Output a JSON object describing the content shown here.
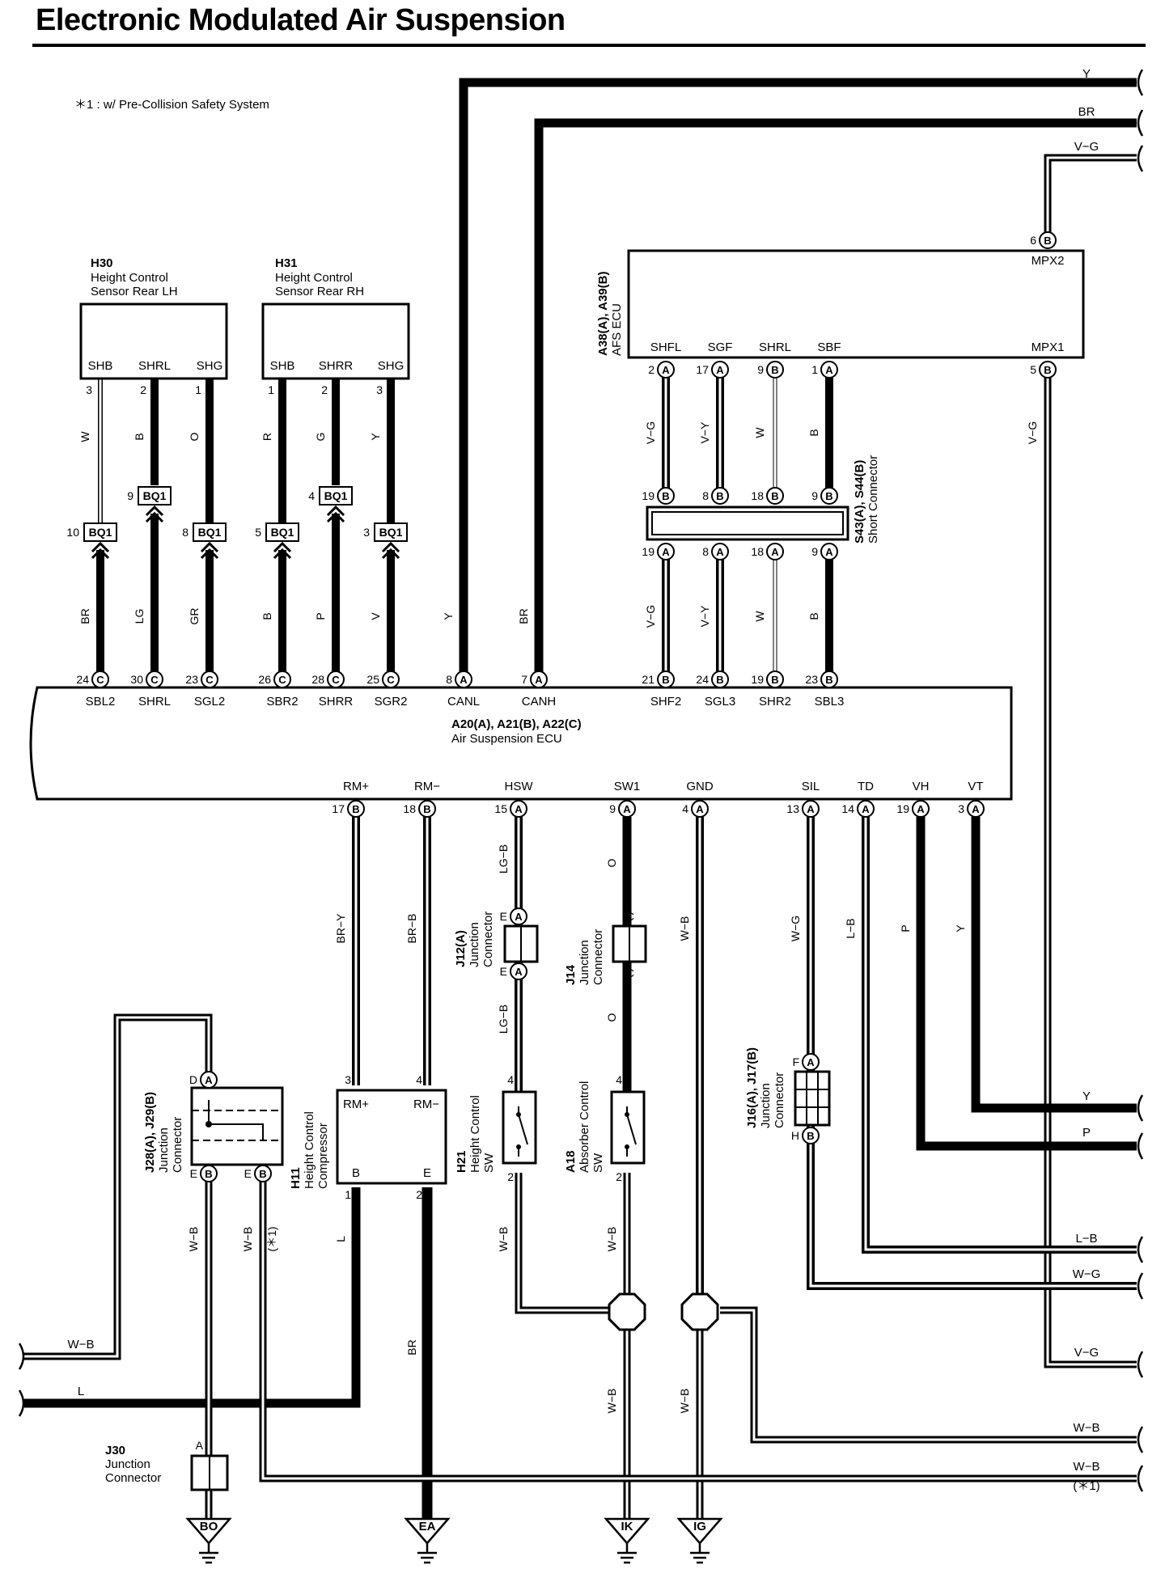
{
  "title": "Electronic Modulated Air Suspension",
  "footnote": "＊1 : w/ Pre-Collision Safety System",
  "components": {
    "h30": {
      "code": "H30",
      "name1": "Height Control",
      "name2": "Sensor Rear LH",
      "pins": [
        "SHB",
        "SHRL",
        "SHG"
      ]
    },
    "h31": {
      "code": "H31",
      "name1": "Height Control",
      "name2": "Sensor Rear RH",
      "pins": [
        "SHB",
        "SHRR",
        "SHG"
      ]
    },
    "afs": {
      "code": "A38(A), A39(B)",
      "name": "AFS ECU",
      "pins": [
        "SHFL",
        "SGF",
        "SHRL",
        "SBF"
      ],
      "mpx2": "MPX2",
      "mpx1": "MPX1"
    },
    "short": {
      "code": "S43(A), S44(B)",
      "name": "Short Connector"
    },
    "ecu": {
      "code": "A20(A), A21(B), A22(C)",
      "name": "Air Suspension ECU",
      "top_pins": [
        "SBL2",
        "SHRL",
        "SGL2",
        "SBR2",
        "SHRR",
        "SGR2",
        "CANL",
        "CANH",
        "SHF2",
        "SGL3",
        "SHR2",
        "SBL3"
      ],
      "bottom_pins": [
        "RM+",
        "RM−",
        "HSW",
        "SW1",
        "GND",
        "SIL",
        "TD",
        "VH",
        "VT"
      ]
    },
    "j12": {
      "code": "J12(A)",
      "name1": "Junction",
      "name2": "Connector"
    },
    "j14": {
      "code": "J14",
      "name1": "Junction",
      "name2": "Connector"
    },
    "j16": {
      "code": "J16(A), J17(B)",
      "name1": "Junction",
      "name2": "Connector"
    },
    "j28": {
      "code": "J28(A), J29(B)",
      "name1": "Junction",
      "name2": "Connector"
    },
    "h11": {
      "code": "H11",
      "name1": "Height Control",
      "name2": "Compressor",
      "pin_rmp": "RM+",
      "pin_rmm": "RM−",
      "pin_b": "B",
      "pin_e": "E"
    },
    "h21": {
      "code": "H21",
      "name1": "Height Control",
      "name2": "SW"
    },
    "a18": {
      "code": "A18",
      "name1": "Absorber Control",
      "name2": "SW"
    },
    "j30": {
      "code": "J30",
      "name1": "Junction",
      "name2": "Connector"
    }
  },
  "connector": "BQ1",
  "grounds": [
    "BO",
    "EA",
    "IK",
    "IG"
  ],
  "right_wires": [
    "Y",
    "BR",
    "V−G",
    "Y",
    "P",
    "L−B",
    "W−G",
    "V−G",
    "W−B",
    "W−B"
  ],
  "left_wires": [
    "W−B",
    "L"
  ],
  "star1": "(＊1)"
}
